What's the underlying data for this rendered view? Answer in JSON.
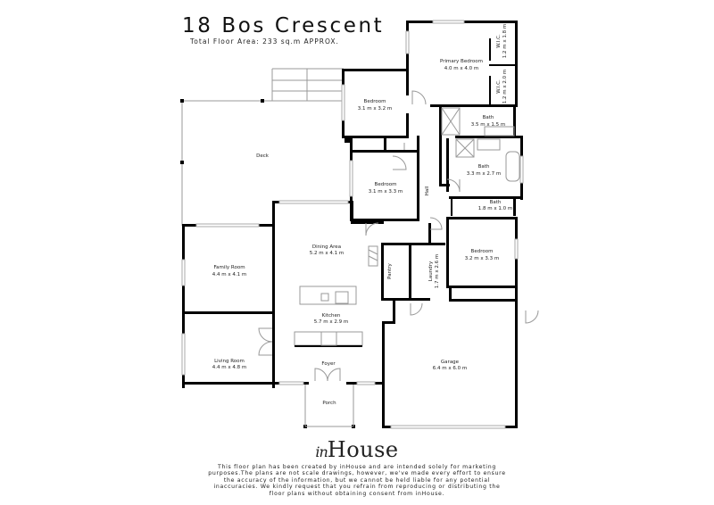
{
  "header": {
    "title": "18 Bos Crescent",
    "subtitle": "Total Floor Area: 233 sq.m APPROX."
  },
  "rooms": [
    {
      "name": "Primary Bedroom",
      "dims": "4.0 m x 4.0 m"
    },
    {
      "name": "W.I.C.",
      "dims": "1.2 m x 1.8 m"
    },
    {
      "name": "W.I.C.",
      "dims": "1.2 m x 2.0 m"
    },
    {
      "name": "Bedroom",
      "dims": "3.1 m x 3.2 m"
    },
    {
      "name": "Bath",
      "dims": "3.5 m x 1.5 m"
    },
    {
      "name": "Deck",
      "dims": ""
    },
    {
      "name": "Bedroom",
      "dims": "3.1 m x 3.3 m"
    },
    {
      "name": "Bath",
      "dims": "3.3 m x 2.7 m"
    },
    {
      "name": "Hall",
      "dims": ""
    },
    {
      "name": "Bath",
      "dims": "1.8 m x 1.0 m"
    },
    {
      "name": "Dining Area",
      "dims": "5.2 m x 4.1 m"
    },
    {
      "name": "Family Room",
      "dims": "4.4 m x 4.1 m"
    },
    {
      "name": "Pantry",
      "dims": ""
    },
    {
      "name": "Laundry",
      "dims": "1.7 m x 2.6 m"
    },
    {
      "name": "Bedroom",
      "dims": "3.2 m x 3.3 m"
    },
    {
      "name": "Kitchen",
      "dims": "5.7 m x 2.9 m"
    },
    {
      "name": "Living Room",
      "dims": "4.4 m x 4.8 m"
    },
    {
      "name": "Foyer",
      "dims": ""
    },
    {
      "name": "Garage",
      "dims": "6.4 m x 6.0 m"
    },
    {
      "name": "Porch",
      "dims": ""
    }
  ],
  "footer": {
    "logo_prefix": "in",
    "logo_main": "House",
    "disclaimer": "This floor plan has been created by inHouse and are intended solely for marketing purposes.The plans are not scale drawings, however, we've made every effort to ensure the accuracy of the information, but we cannot be held liable for any potential inaccuracies. We kindly request that you refrain from reproducing or distributing the floor plans without obtaining consent from inHouse."
  }
}
